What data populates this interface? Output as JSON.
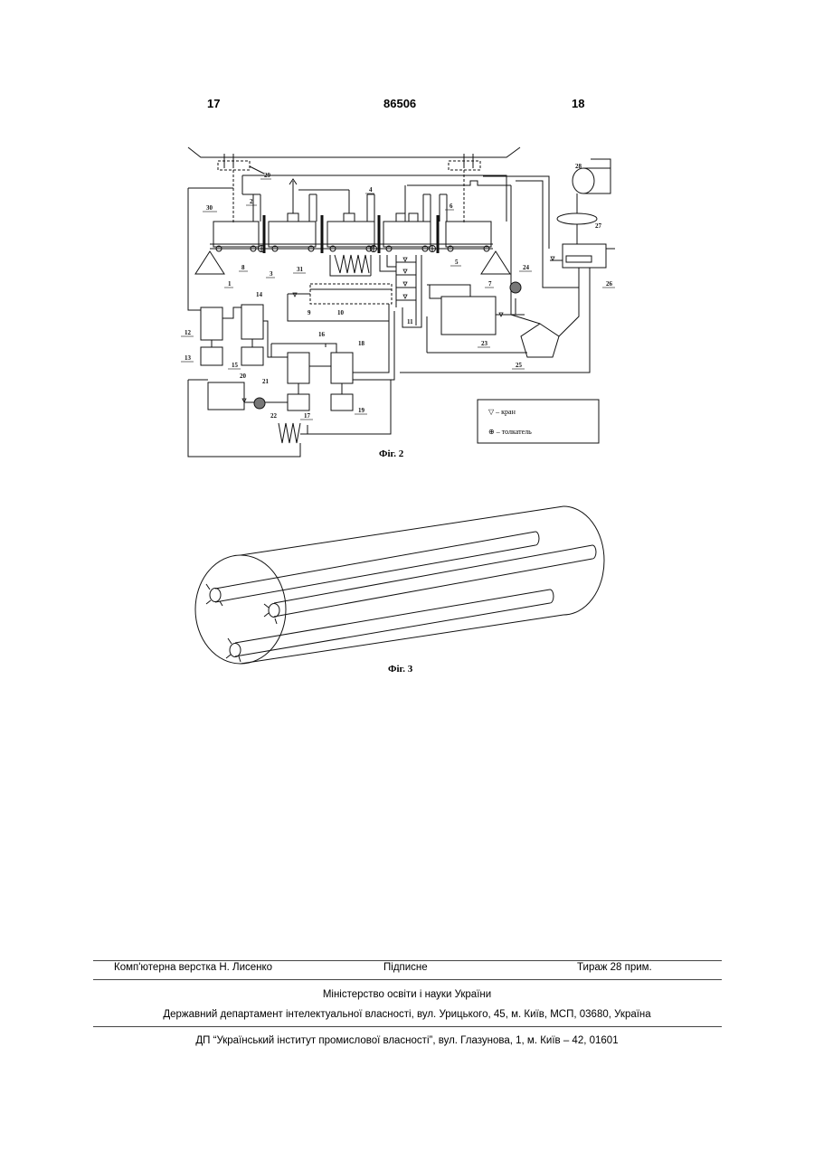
{
  "header": {
    "page_left": "17",
    "patent_number": "86506",
    "page_right": "18"
  },
  "fig2": {
    "caption": "Фіг. 2",
    "labels": [
      "1",
      "2",
      "3",
      "4",
      "5",
      "6",
      "7",
      "8",
      "9",
      "10",
      "11",
      "12",
      "13",
      "14",
      "15",
      "16",
      "17",
      "18",
      "19",
      "20",
      "21",
      "22",
      "23",
      "24",
      "25",
      "26",
      "27",
      "28",
      "29",
      "30",
      "31"
    ],
    "legend": [
      {
        "symbol": "▽",
        "text": "– кран"
      },
      {
        "symbol": "⊕",
        "text": "– толкатель"
      }
    ]
  },
  "fig3": {
    "caption": "Фіг. 3"
  },
  "footer": {
    "layout_by": "Комп'ютерна верстка Н. Лисенко",
    "signed": "Підписне",
    "circulation": "Тираж 28 прим.",
    "ministry": "Міністерство освіти і науки України",
    "department": "Державний департамент інтелектуальної власності, вул. Урицького, 45, м. Київ, МСП, 03680, Україна",
    "institute": "ДП “Український інститут промислової власності”, вул. Глазунова, 1, м. Київ – 42, 01601"
  }
}
